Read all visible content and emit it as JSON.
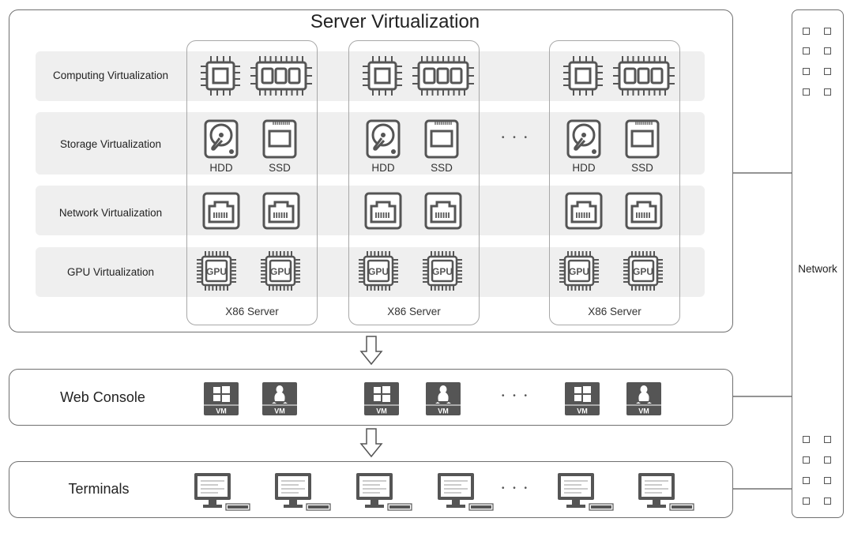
{
  "server_virtualization": {
    "title": "Server Virtualization",
    "rows": [
      {
        "label": "Computing Virtualization"
      },
      {
        "label": "Storage Virtualization"
      },
      {
        "label": "Network Virtualization"
      },
      {
        "label": "GPU Virtualization"
      }
    ],
    "storage_labels": {
      "hdd": "HDD",
      "ssd": "SSD"
    },
    "gpu_text": "GPU",
    "server_label": "X86 Server",
    "ellipsis": "• • •"
  },
  "web_console": {
    "label": "Web Console",
    "vm_text": "VM",
    "ellipsis": "• • •"
  },
  "terminals": {
    "label": "Terminals",
    "ellipsis": "• • •"
  },
  "network": {
    "label": "Network"
  },
  "arrows": [
    "down-arrow",
    "down-arrow"
  ]
}
